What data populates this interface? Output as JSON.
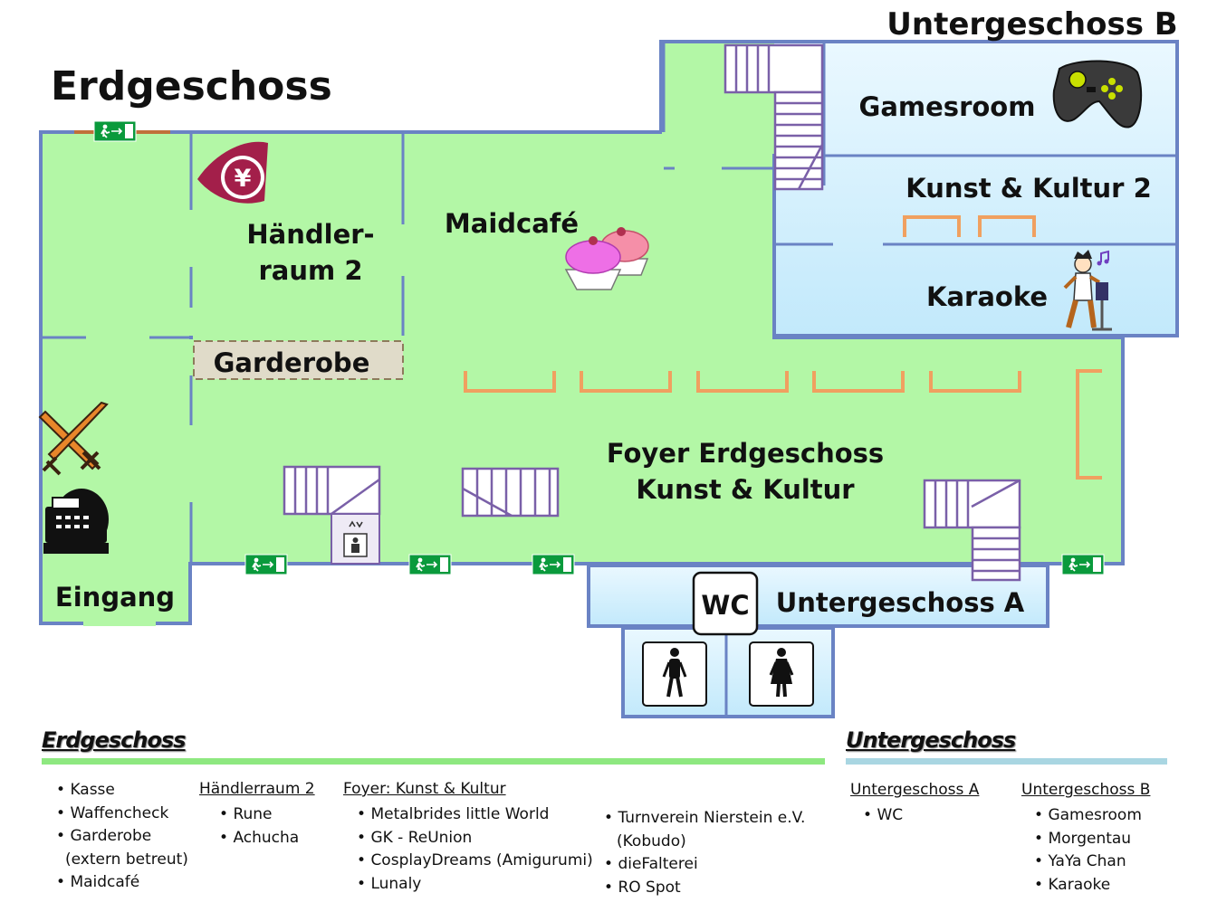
{
  "floor_titles": {
    "ground": "Erdgeschoss",
    "basement_b": "Untergeschoss B"
  },
  "rooms": {
    "haendlerraum_line1": "Händler-",
    "haendlerraum_line2": "raum 2",
    "maidcafe": "Maidcafé",
    "garderobe": "Garderobe",
    "foyer_line1": "Foyer Erdgeschoss",
    "foyer_line2": "Kunst & Kultur",
    "eingang": "Eingang",
    "untergeschoss_a": "Untergeschoss A",
    "wc_sign": "WC",
    "gamesroom": "Gamesroom",
    "kunst_kultur_2": "Kunst & Kultur 2",
    "karaoke": "Karaoke"
  },
  "colors": {
    "ground_floor": "#b3f7a6",
    "basement": "#cdefff",
    "wall": "#6a83c4",
    "tables": "#f0a060",
    "garderobe": "#e0dbc9",
    "stairs": "#7a60a8",
    "exit_sign": "#0a9a3c",
    "legend_bar_ground": "#8ee880",
    "legend_bar_basement": "#a9d6e2"
  },
  "icons": [
    "exit-sign-icon",
    "yen-icon",
    "cupcake-icon",
    "swords-icon",
    "cash-register-icon",
    "elevator-icon",
    "man-icon",
    "woman-icon",
    "gamepad-icon",
    "singer-icon"
  ],
  "legend": {
    "erdgeschoss": {
      "title": "Erdgeschoss",
      "col1": [
        "Kasse",
        "Waffencheck",
        "Garderobe",
        "(extern betreut)",
        "Maidcafé"
      ],
      "haendler": {
        "heading": "Händlerraum 2",
        "items": [
          "Rune",
          "Achucha"
        ]
      },
      "foyer": {
        "heading": "Foyer: Kunst & Kultur",
        "items": [
          "Metalbrides little World",
          "GK - ReUnion",
          "CosplayDreams (Amigurumi)",
          "Lunaly"
        ]
      },
      "foyer_col2": [
        "Turnverein Nierstein e.V.",
        "(Kobudo)",
        "dieFalterei",
        "RO Spot"
      ]
    },
    "untergeschoss": {
      "title": "Untergeschoss",
      "a": {
        "heading": "Untergeschoss A",
        "items": [
          "WC"
        ]
      },
      "b": {
        "heading": "Untergeschoss B",
        "items": [
          "Gamesroom",
          "Morgentau",
          "YaYa Chan",
          "Karaoke"
        ]
      }
    }
  }
}
